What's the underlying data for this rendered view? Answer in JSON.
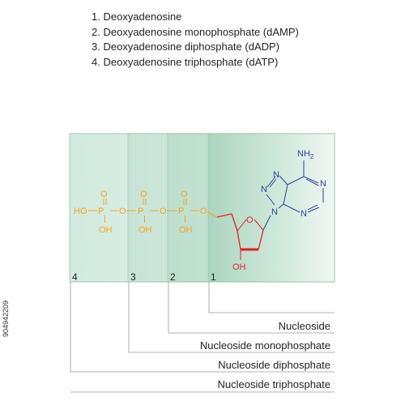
{
  "list": [
    {
      "number": "1.",
      "text": "Deoxyadenosine"
    },
    {
      "number": "2.",
      "text": "Deoxyadenosine monophosphate (dAMP)"
    },
    {
      "number": "3.",
      "text": "Deoxyadenosine diphosphate (dADP)"
    },
    {
      "number": "4.",
      "text": "Deoxyadenosine triphosphate (dATP)"
    }
  ],
  "panels": [
    {
      "number": "4"
    },
    {
      "number": "3"
    },
    {
      "number": "2"
    },
    {
      "number": "1"
    }
  ],
  "brackets": [
    {
      "label": "Nucleoside"
    },
    {
      "label": "Nucleoside monophosphate"
    },
    {
      "label": "Nucleoside diphosphate"
    },
    {
      "label": "Nucleoside triphosphate"
    }
  ],
  "molecule": {
    "ho_label": "HO",
    "p_label": "P",
    "o_label": "O",
    "oh_label": "OH",
    "nh2_label": "NH",
    "nh2_sub": "2",
    "n_label": "N",
    "sugar_oh": "OH"
  },
  "colors": {
    "phosphate": "#f7a21b",
    "sugar": "#e31e24",
    "base": "#2e3f98",
    "panel_fill": "#d4ebe0",
    "panel_border": "#7fb79a"
  },
  "stock_id": "904942209"
}
